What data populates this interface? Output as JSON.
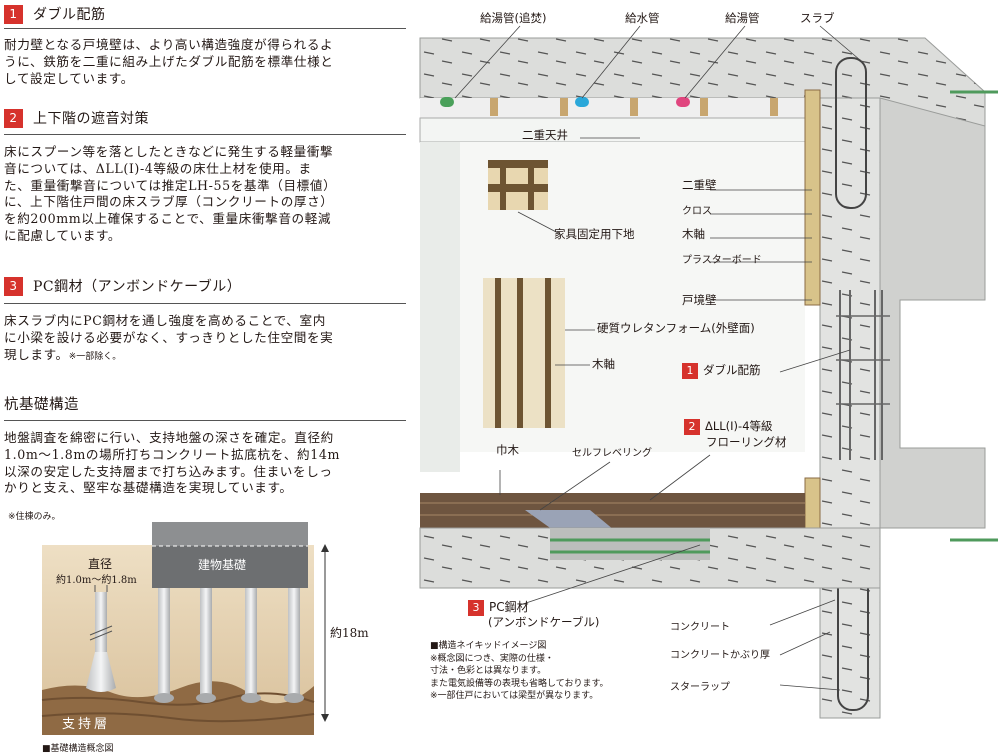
{
  "sections": [
    {
      "num": "1",
      "title": "ダブル配筋",
      "lines": [
        "耐力壁となる戸境壁は、より高い構造強度が得られるよ",
        "うに、鉄筋を二重に組み上げたダブル配筋を標準仕様と",
        "して設定しています。"
      ]
    },
    {
      "num": "2",
      "title": "上下階の遮音対策",
      "lines": [
        "床にスプーン等を落としたときなどに発生する軽量衝撃",
        "音については、ΔLL(Ⅰ)-4等級の床仕上材を使用。ま",
        "た、重量衝撃音については推定LH-55を基準（目標値）",
        "に、上下階住戸間の床スラブ厚（コンクリートの厚さ）",
        "を約200mm以上確保することで、重量床衝撃音の軽減",
        "に配慮しています。"
      ]
    },
    {
      "num": "3",
      "title": "PC鋼材（アンボンドケーブル）",
      "lines": [
        "床スラブ内にPC鋼材を通し強度を高めることで、室内",
        "に小梁を設ける必要がなく、すっきりとした住空間を実"
      ],
      "last_line": "現します。",
      "last_note": "※一部除く。"
    },
    {
      "num": "",
      "title": "杭基礎構造",
      "lines": [
        "地盤調査を綿密に行い、支持地盤の深さを確定。直径約",
        "1.0m～1.8mの場所打ちコンクリート拡底杭を、約14m",
        "以深の安定した支持層まで打ち込みます。住まいをしっ",
        "かりと支え、堅牢な基礎構造を実現しています。"
      ],
      "note": "※住棟のみ。"
    }
  ],
  "pile_diagram": {
    "diameter_label": "直径",
    "diameter_range": "約1.0m～約1.8m",
    "foundation_label": "建物基礎",
    "bearing_layer": "支持層",
    "depth_label": "約18m",
    "caption": "■基礎構造概念図"
  },
  "structure_diagram": {
    "labels": {
      "hot_water_reheat": "給湯管(追焚)",
      "water_supply": "給水管",
      "hot_water": "給湯管",
      "slab": "スラブ",
      "double_ceiling": "二重天井",
      "double_wall": "二重壁",
      "cloth": "クロス",
      "wood_frame_1": "木軸",
      "plaster_board": "プラスターボード",
      "party_wall": "戸境壁",
      "furniture_base": "家具固定用下地",
      "urethane_foam": "硬質ウレタンフォーム(外壁面)",
      "wood_frame_2": "木軸",
      "double_rebar": "ダブル配筋",
      "flooring_line1": "ΔLL(Ⅰ)-4等級",
      "flooring_line2": "フローリング材",
      "baseboard": "巾木",
      "self_leveling": "セルフレベリング",
      "pc_steel": "PC鋼材",
      "unbonded_cable": "(アンボンドケーブル)",
      "concrete": "コンクリート",
      "concrete_cover": "コンクリートかぶり厚",
      "stirrup": "スターラップ"
    },
    "badges": {
      "double_rebar": "1",
      "flooring": "2",
      "pc_steel": "3"
    },
    "notes": [
      "■構造ネイキッドイメージ図",
      "※概念図につき、実際の仕様・",
      "寸法・色彩とは異なります。",
      "また電気設備等の表現も省略しております。",
      "※一部住戸においては梁型が異なります。"
    ]
  },
  "colors": {
    "accent": "#d6322c",
    "concrete": "#d9dad8",
    "concrete_dark": "#b9bbb9",
    "wood": "#8a6b44",
    "floor": "#7b6049"
  }
}
